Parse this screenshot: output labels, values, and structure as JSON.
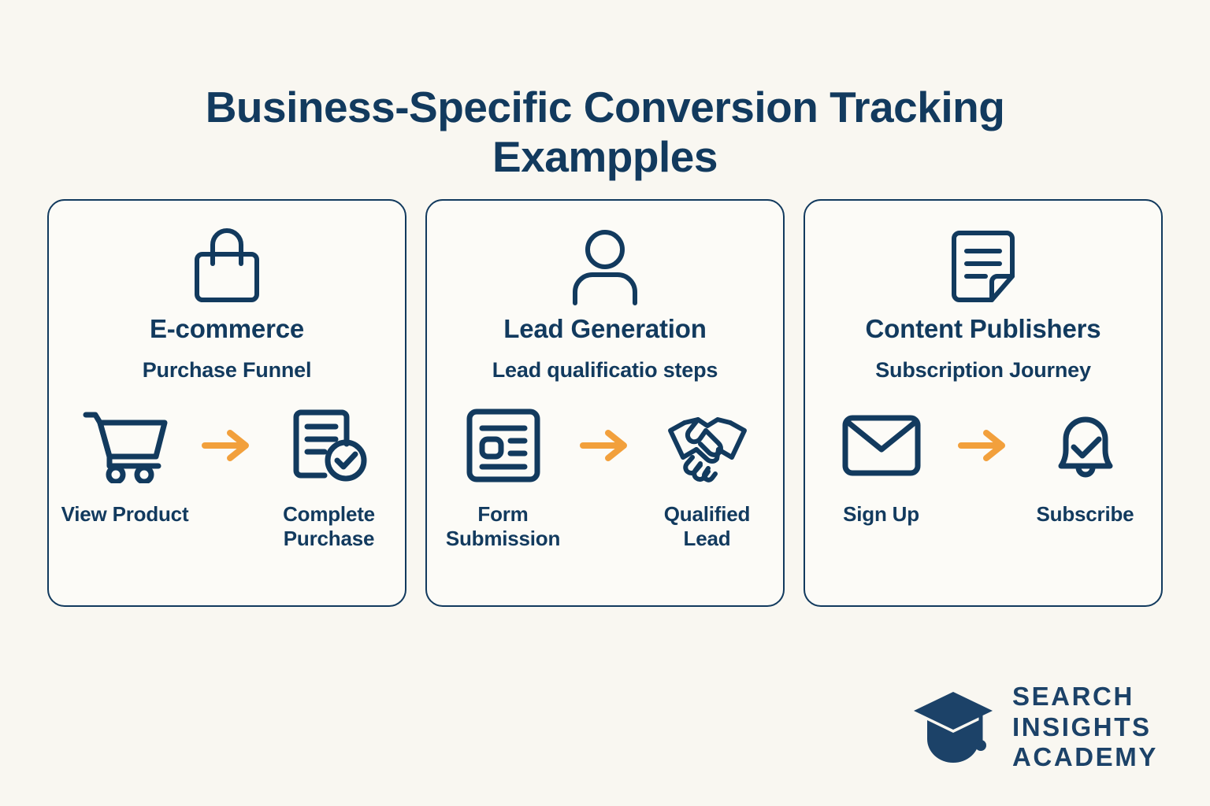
{
  "title": "Business-Specific Conversion Tracking Exampples",
  "colors": {
    "background": "#f9f7f1",
    "card_background": "#fcfbf7",
    "navy": "#123a5e",
    "orange": "#f2a03c"
  },
  "cards": [
    {
      "header_icon": "shopping-bag-icon",
      "title": "E-commerce",
      "subtitle": "Purchase Funnel",
      "steps": [
        {
          "icon": "shopping-cart-icon",
          "label": "View Product"
        },
        {
          "icon": "document-check-icon",
          "label": "Complete Purchase"
        }
      ],
      "connector_icon": "arrow-right-icon"
    },
    {
      "header_icon": "person-icon",
      "title": "Lead Generation",
      "subtitle": "Lead qualificatio steps",
      "steps": [
        {
          "icon": "form-card-icon",
          "label": "Form Submission"
        },
        {
          "icon": "handshake-icon",
          "label": "Qualified Lead"
        }
      ],
      "connector_icon": "arrow-right-icon"
    },
    {
      "header_icon": "note-page-icon",
      "title": "Content Publishers",
      "subtitle": "Subscription Journey",
      "steps": [
        {
          "icon": "envelope-icon",
          "label": "Sign Up"
        },
        {
          "icon": "bell-check-icon",
          "label": "Subscribe"
        }
      ],
      "connector_icon": "arrow-right-icon"
    }
  ],
  "logo": {
    "mark_icon": "graduation-cap-icon",
    "line1": "SEARCH",
    "line2": "INSIGHTS",
    "line3": "ACADEMY"
  }
}
